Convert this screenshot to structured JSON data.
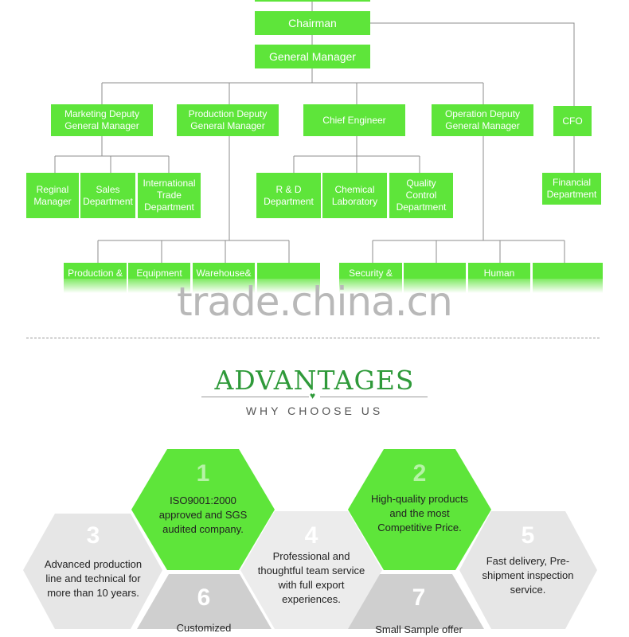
{
  "org_chart": {
    "top": {
      "chairman": "Chairman",
      "general_manager": "General Manager"
    },
    "level2": [
      {
        "key": "marketing",
        "label": "Marketing Deputy General Manager"
      },
      {
        "key": "production",
        "label": "Production Deputy General Manager"
      },
      {
        "key": "chief",
        "label": "Chief Engineer"
      },
      {
        "key": "operation",
        "label": "Operation Deputy General Manager"
      },
      {
        "key": "cfo",
        "label": "CFO"
      }
    ],
    "level3": [
      {
        "label": "Reginal Manager"
      },
      {
        "label": "Sales Department"
      },
      {
        "label": "International Trade Department"
      },
      {
        "label": "R & D Department"
      },
      {
        "label": "Chemical Laboratory"
      },
      {
        "label": "Quality Control Department"
      },
      {
        "label": "Financial Department"
      }
    ],
    "level4": [
      {
        "label": "Production &"
      },
      {
        "label": "Equipment"
      },
      {
        "label": "Warehouse&"
      },
      {
        "label": ""
      },
      {
        "label": "Security &"
      },
      {
        "label": ""
      },
      {
        "label": "Human"
      },
      {
        "label": ""
      }
    ]
  },
  "watermark": "trade.china.cn",
  "advantages": {
    "title": "ADVANTAGES",
    "subtitle": "WHY CHOOSE US",
    "items": [
      {
        "num": "1",
        "text": "ISO9001:2000 approved and SGS audited company.",
        "color": "#5ee53a"
      },
      {
        "num": "2",
        "text": "High-quality products and the most Competitive Price.",
        "color": "#5ee53a"
      },
      {
        "num": "3",
        "text": "Advanced production line and technical for more than 10 years.",
        "color": "#e6e6e6"
      },
      {
        "num": "4",
        "text": "Professional and thoughtful team service with full export experiences.",
        "color": "#ececec"
      },
      {
        "num": "5",
        "text": "Fast delivery, Pre-shipment inspection service.",
        "color": "#e6e6e6"
      },
      {
        "num": "6",
        "text": "Customized",
        "color": "#cfcfcf"
      },
      {
        "num": "7",
        "text": "Small Sample offer",
        "color": "#cfcfcf"
      }
    ]
  }
}
